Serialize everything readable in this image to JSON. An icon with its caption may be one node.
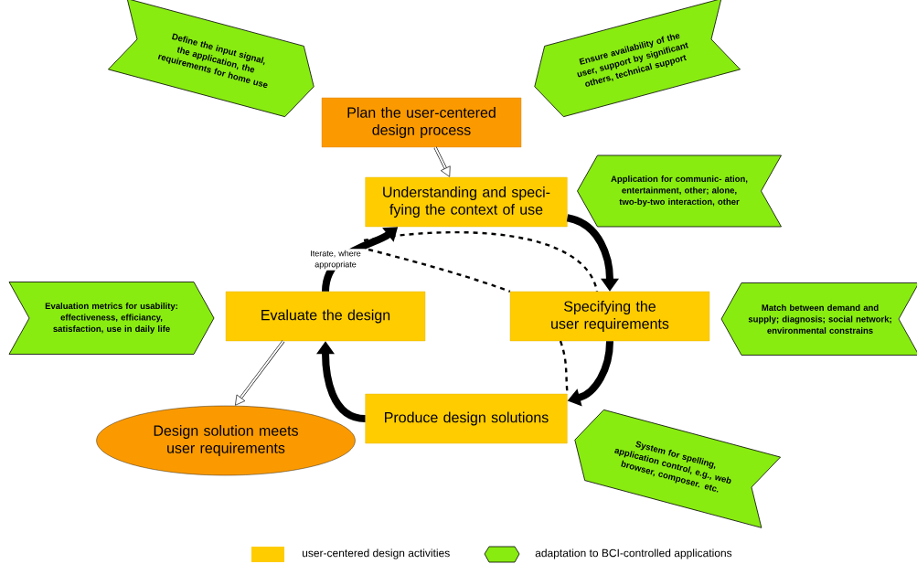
{
  "diagram": {
    "nodes": [
      {
        "text": [
          "Define the input signal, the application, the requirements for home use"
        ]
      },
      {
        "text": [
          "Ensure availability of the user, support by significant others, technical support"
        ]
      },
      {
        "text": [
          "Plan the user-centered design process"
        ]
      },
      {
        "text": [
          "Understanding and speci- fying the context of use"
        ]
      },
      {
        "text": [
          "Application for communic- ation, entertainment, other; alone, two-by-two interaction, other"
        ]
      },
      {
        "text": [
          "Evaluation metrics for usability: effectiveness, efficiancy, satisfaction, use in daily life"
        ]
      },
      {
        "text": [
          "Evaluate the design"
        ]
      },
      {
        "text": [
          "Specifying the user requirements"
        ]
      },
      {
        "text": [
          "Match between demand and supply; diagnosis; social network; environmental constrains"
        ]
      },
      {
        "text": [
          "Produce design solutions"
        ]
      },
      {
        "text": [
          "Design solution meets user requirements"
        ]
      },
      {
        "text": [
          "System for spelling, application control, e.g., web browser, composer. etc."
        ]
      }
    ],
    "edges": [
      {
        "from": 2,
        "to": 3,
        "arrow": "to"
      },
      {
        "from": 3,
        "to": 7,
        "arrow": "to",
        "style": "thick"
      },
      {
        "from": 7,
        "to": 9,
        "arrow": "to",
        "style": "thick"
      },
      {
        "from": 9,
        "to": 6,
        "arrow": "to",
        "style": "thick"
      },
      {
        "from": 6,
        "to": 3,
        "arrow": "to",
        "style": "thick",
        "label": "Iterate, where appropriate"
      },
      {
        "from": 6,
        "to": 10,
        "arrow": "to"
      },
      {
        "from": null,
        "to": 7,
        "arrow": "none",
        "style": "dashed"
      },
      {
        "from": null,
        "to": 7,
        "arrow": "none",
        "style": "dashed"
      },
      {
        "from": 7,
        "to": 9,
        "arrow": "none",
        "style": "dashed"
      }
    ],
    "legend": [
      {
        "text": "user-centered design activities",
        "color": "#ffcc00"
      },
      {
        "text": "adaptation to BCI-controlled applications",
        "color": "#88ec11"
      }
    ]
  }
}
